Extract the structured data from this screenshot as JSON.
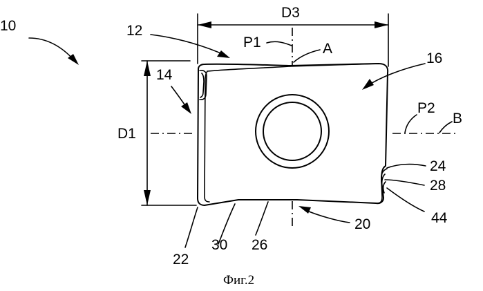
{
  "figure": {
    "caption": "Фиг.2",
    "labels": {
      "l10": "10",
      "l12": "12",
      "l14": "14",
      "l16": "16",
      "l20": "20",
      "l22": "22",
      "l24": "24",
      "l26": "26",
      "l28": "28",
      "l30": "30",
      "l44": "44",
      "d1": "D1",
      "d3": "D3",
      "p1": "P1",
      "p2": "P2",
      "a": "A",
      "b": "B"
    }
  }
}
